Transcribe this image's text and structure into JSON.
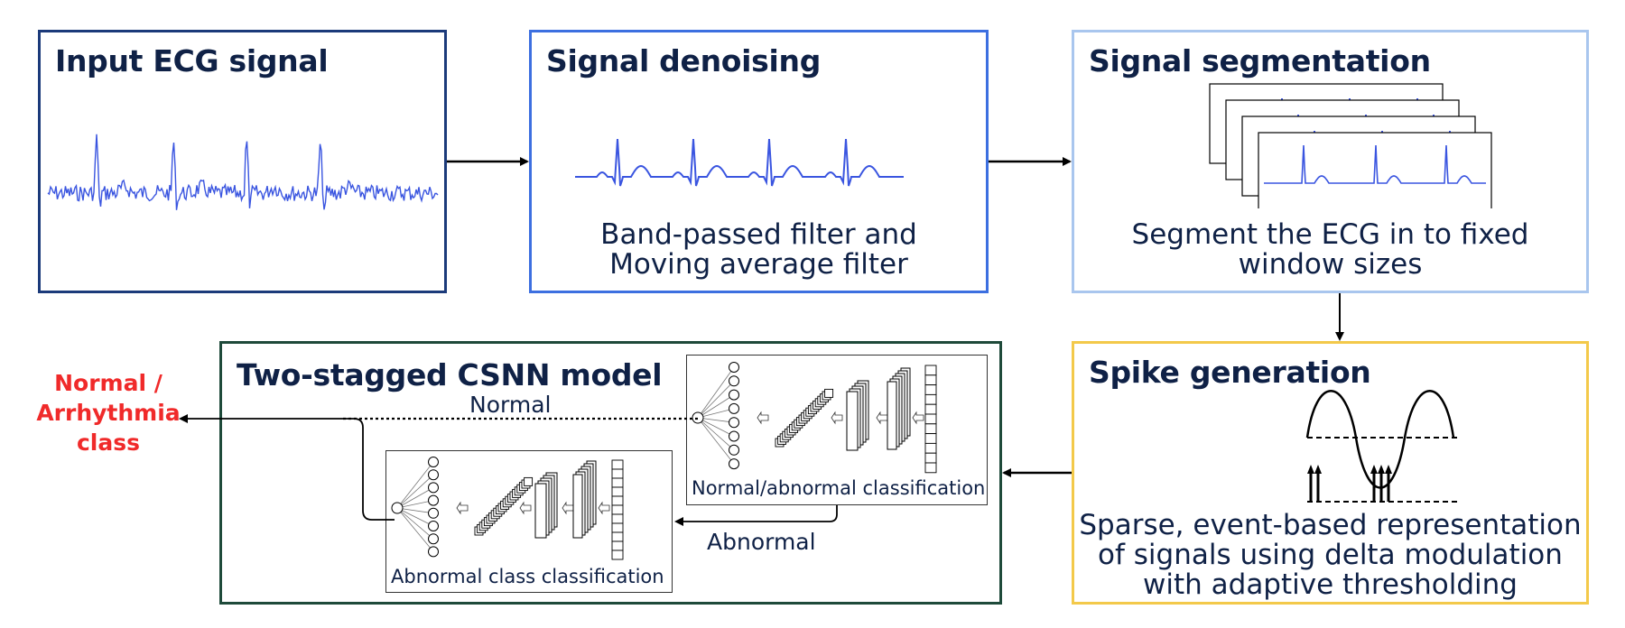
{
  "panels": {
    "input": {
      "title": "Input ECG signal",
      "border": "#1b3a7a"
    },
    "denoise": {
      "title": "Signal denoising",
      "caption": [
        "Band-passed filter and",
        "Moving average filter"
      ],
      "border": "#3c6fe0"
    },
    "segment": {
      "title": "Signal segmentation",
      "caption": [
        "Segment the ECG in to fixed",
        "window sizes"
      ],
      "border": "#a9c6ee"
    },
    "spike": {
      "title": "Spike generation",
      "caption": [
        "Sparse, event-based representation",
        "of signals using delta modulation",
        "with adaptive thresholding"
      ],
      "border": "#f3c94a"
    },
    "csnn": {
      "title": "Two-stagged CSNN model",
      "border": "#1e4a3a",
      "stage1_label": "Normal/abnormal classification",
      "stage2_label": "Abnormal class classification",
      "normal_label": "Normal",
      "abnormal_label": "Abnormal"
    }
  },
  "output": {
    "lines": [
      "Normal /",
      "Arrhythmia",
      "class"
    ],
    "color": "#f02a2a"
  },
  "colors": {
    "signal": "#3a55e0",
    "arrow": "#000000"
  }
}
